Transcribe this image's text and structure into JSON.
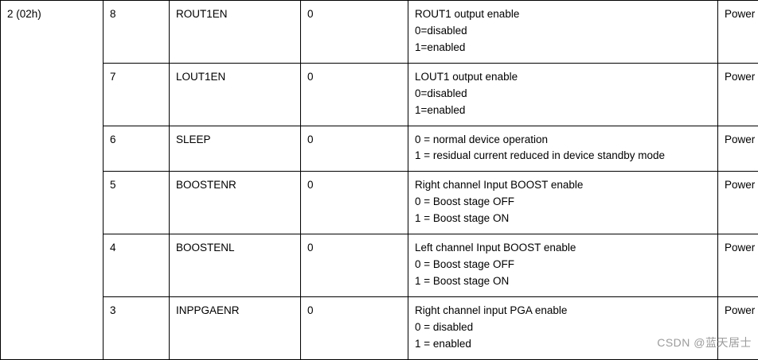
{
  "watermark": "CSDN @蓝天居士",
  "table": {
    "address_label": "2 (02h)",
    "rows": [
      {
        "bit": "8",
        "name": "ROUT1EN",
        "default": "0",
        "description": [
          "ROUT1 output enable",
          "0=disabled",
          "1=enabled"
        ],
        "block": "Power Management"
      },
      {
        "bit": "7",
        "name": "LOUT1EN",
        "default": "0",
        "description": [
          "LOUT1 output enable",
          "0=disabled",
          "1=enabled"
        ],
        "block": "Power Management"
      },
      {
        "bit": "6",
        "name": "SLEEP",
        "default": "0",
        "description": [
          "0 = normal device operation",
          "1 = residual current reduced in device standby mode"
        ],
        "block": "Power Management"
      },
      {
        "bit": "5",
        "name": "BOOSTENR",
        "default": "0",
        "description": [
          "Right channel Input BOOST enable",
          "0 = Boost stage OFF",
          "1 = Boost stage ON"
        ],
        "block": "Power Management"
      },
      {
        "bit": "4",
        "name": "BOOSTENL",
        "default": "0",
        "description": [
          "Left channel Input BOOST enable",
          "0 = Boost stage OFF",
          "1 = Boost stage ON"
        ],
        "block": "Power Management"
      },
      {
        "bit": "3",
        "name": "INPPGAENR",
        "default": "0",
        "description": [
          "Right channel input PGA enable",
          "0 = disabled",
          "1 = enabled"
        ],
        "block": "Power Management"
      }
    ]
  }
}
